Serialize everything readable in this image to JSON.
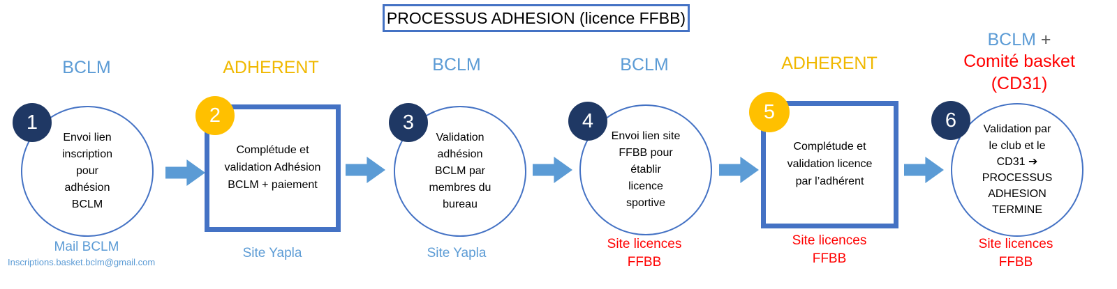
{
  "title": "PROCESSUS ADHESION (licence FFBB)",
  "colors": {
    "bclm": "#5b9bd5",
    "adherent": "#f0b800",
    "red": "#ff0000",
    "shape_border": "#4472c4",
    "arrow": "#5b9bd5",
    "badge_dark": "#1f3864",
    "badge_yellow": "#ffc000"
  },
  "steps": [
    {
      "number": "1",
      "actor": "BCLM",
      "text": "Envoi lien\ninscription\npour\nadhésion\nBCLM",
      "tool": "Mail BCLM",
      "email": "Inscriptions.basket.bclm@gmail.com"
    },
    {
      "number": "2",
      "actor": "ADHERENT",
      "text": "Complétude et\nvalidation Adhésion\nBCLM  + paiement",
      "tool": "Site Yapla"
    },
    {
      "number": "3",
      "actor": "BCLM",
      "text": "Validation\nadhésion\nBCLM par\nmembres du\nbureau",
      "tool": "Site Yapla"
    },
    {
      "number": "4",
      "actor": "BCLM",
      "text": "Envoi lien site\nFFBB pour\nétablir\nlicence\nsportive",
      "tool": "Site licences\nFFBB"
    },
    {
      "number": "5",
      "actor": "ADHERENT",
      "text": "Complétude et\nvalidation licence\npar l’adhérent",
      "tool": "Site licences\nFFBB"
    },
    {
      "number": "6",
      "actor": "BCLM",
      "actor_plus": "+",
      "actor_line2": "Comité basket",
      "actor_line3": "(CD31)",
      "text_part1": "Validation par\nle club et le\nCD31",
      "arrow_glyph": "➔",
      "text_part2": "PROCESSUS\nADHESION\nTERMINE",
      "tool": "Site licences\nFFBB"
    }
  ]
}
